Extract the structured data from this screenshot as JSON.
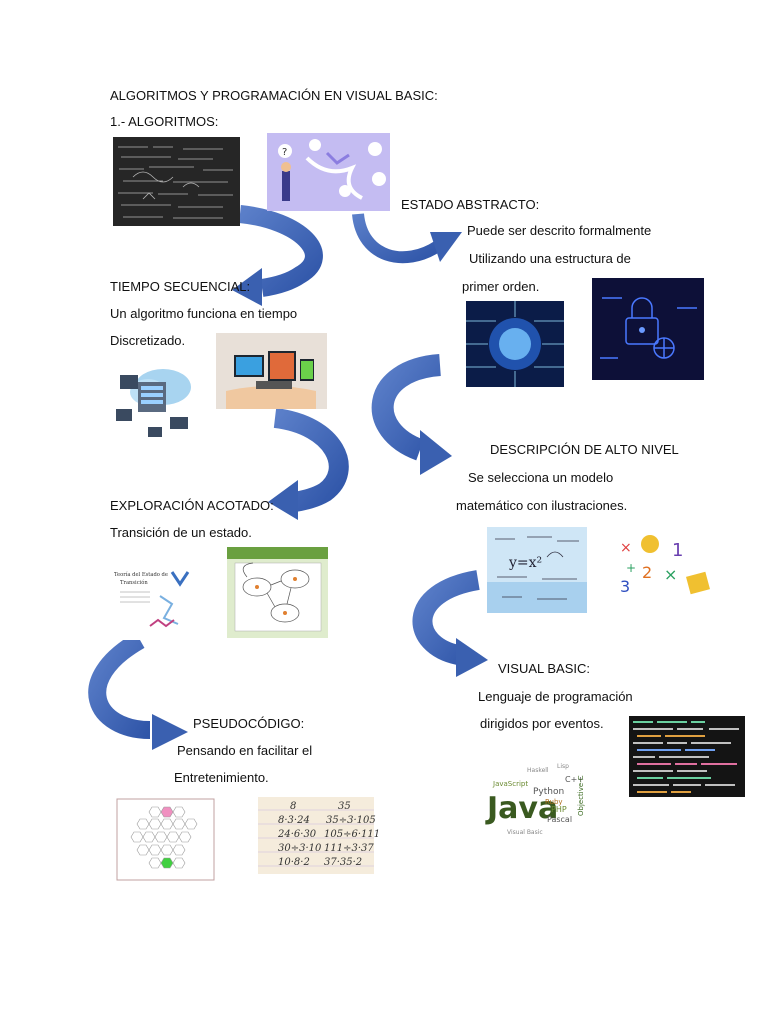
{
  "doc": {
    "title": "ALGORITMOS Y PROGRAMACIÓN EN VISUAL BASIC:",
    "sections": {
      "algoritmos": {
        "heading": "1.- ALGORITMOS:"
      },
      "estado_abstracto": {
        "heading": "ESTADO ABSTRACTO:",
        "lines": [
          "Puede ser descrito formalmente",
          "Utilizando una estructura de",
          "primer orden."
        ]
      },
      "tiempo_secuencial": {
        "heading": "TIEMPO SECUENCIAL:",
        "lines": [
          "Un algoritmo funciona en tiempo",
          "Discretizado."
        ]
      },
      "alto_nivel": {
        "heading": "DESCRIPCIÓN DE ALTO NIVEL",
        "lines": [
          "Se selecciona un modelo",
          "matemático con ilustraciones."
        ]
      },
      "exploracion": {
        "heading": "EXPLORACIÓN ACOTADO:",
        "lines": [
          "Transición de un estado."
        ]
      },
      "visual_basic": {
        "heading": "VISUAL BASIC:",
        "lines": [
          "Lenguaje de programación",
          "dirigidos por eventos."
        ]
      },
      "pseudocodigo": {
        "heading": "PSEUDOCÓDIGO:",
        "lines": [
          "Pensando en facilitar el",
          "Entretenimiento."
        ]
      }
    },
    "image_text": {
      "teoria": [
        "Teoría del Estado de",
        "Transición"
      ],
      "math_equation": "y=x²",
      "java": "Java",
      "langs": [
        "JavaScript",
        "Python",
        "Ruby",
        "Pascal",
        "PHP",
        "C++",
        "Objective-C",
        "Haskell",
        "Lisp",
        "Visual Basic"
      ],
      "notebook_rows": [
        [
          "8",
          "35"
        ],
        [
          "8·3·24",
          "35÷3·105"
        ],
        [
          "24·6·30",
          "105÷6·111"
        ],
        [
          "30÷3·10",
          "111÷3·37"
        ],
        [
          "10·8·2",
          "37·35·2"
        ]
      ]
    }
  }
}
